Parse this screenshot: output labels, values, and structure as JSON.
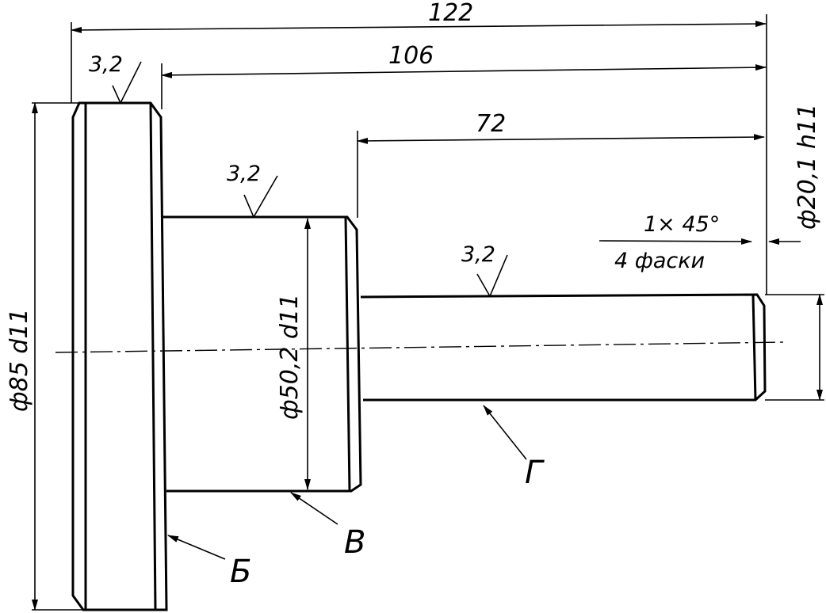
{
  "dimensions": {
    "total_length": "122",
    "length_106": "106",
    "length_72": "72",
    "dia_85": "ф85 d11",
    "dia_50": "ф50,2 d11",
    "dia_20": "ф20,1 h11"
  },
  "chamfer": {
    "size": "1× 45°",
    "note": "4 фаски"
  },
  "roughness": {
    "flange": "3,2",
    "middle": "3,2",
    "shaft": "3,2"
  },
  "surfaces": {
    "b": "Б",
    "v": "В",
    "g": "Г"
  }
}
